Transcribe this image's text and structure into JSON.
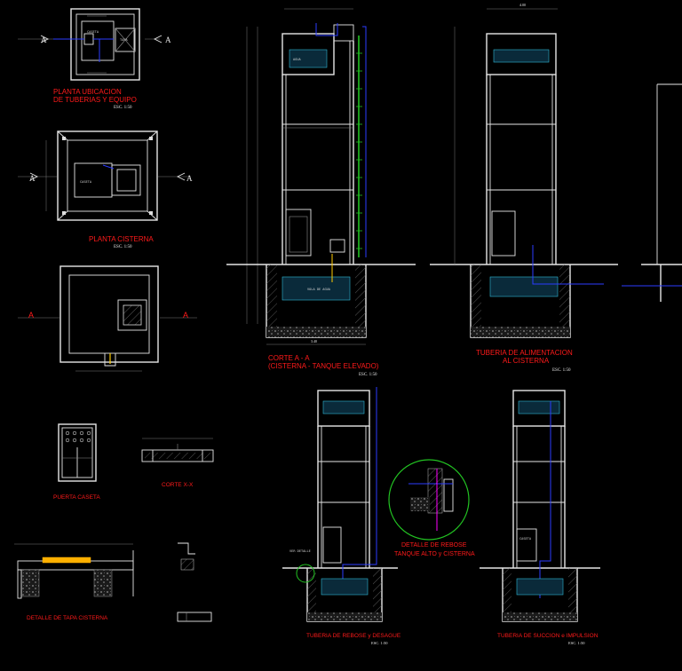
{
  "views": {
    "planta_ubicacion": {
      "title1": "PLANTA UBICACION",
      "title2": "DE TUBERIAS Y EQUIPO",
      "scale": "ESC. 1:50",
      "cut_left": "A",
      "cut_right": "A",
      "caseta": "CASETA",
      "tapa": "TAPA"
    },
    "planta_cisterna": {
      "title": "PLANTA CISTERNA",
      "scale": "ESC. 1:50",
      "cut_left": "A",
      "cut_right": "A",
      "caseta": "CASETA"
    },
    "planta_tanque": {
      "cut_left": "A",
      "cut_right": "A"
    },
    "puerta_caseta": {
      "title": "PUERTA CASETA"
    },
    "corte_xx": {
      "title": "CORTE X-X"
    },
    "detalle_tapa": {
      "title": "DETALLE DE TAPA CISTERNA"
    },
    "corte_aa": {
      "title1": "CORTE A - A",
      "title2": "(CISTERNA - TANQUE ELEVADO)",
      "scale": "ESC. 1:50",
      "water_top": "AGUA",
      "water_bottom": "VOLA DE AGUA",
      "width_dim": "3.40"
    },
    "tuberia_alimentacion": {
      "title1": "TUBERIA DE ALIMENTACION",
      "title2": "AL CISTERNA",
      "scale": "ESC. 1:50",
      "width_dim": "4.00"
    },
    "tuberia_rebose": {
      "title": "TUBERIA DE REBOSE y DESAGUE",
      "scale": "ESC. 1:50",
      "ver_detalle": "VER DETALLE"
    },
    "detalle_rebose": {
      "title1": "DETALLE DE REBOSE",
      "title2": "TANQUE ALTO y CISTERNA"
    },
    "tuberia_succion": {
      "title": "TUBERIA DE SUCCION e IMPULSION",
      "scale": "ESC. 1:50",
      "caseta": "CASETA"
    }
  },
  "colors": {
    "background": "#000000",
    "title": "#ff1a1a",
    "lines": "#e6e6e6",
    "pipe_blue": "#2b3cff",
    "ladder_green": "#22c322",
    "water_cyan": "#2fb8d6"
  }
}
